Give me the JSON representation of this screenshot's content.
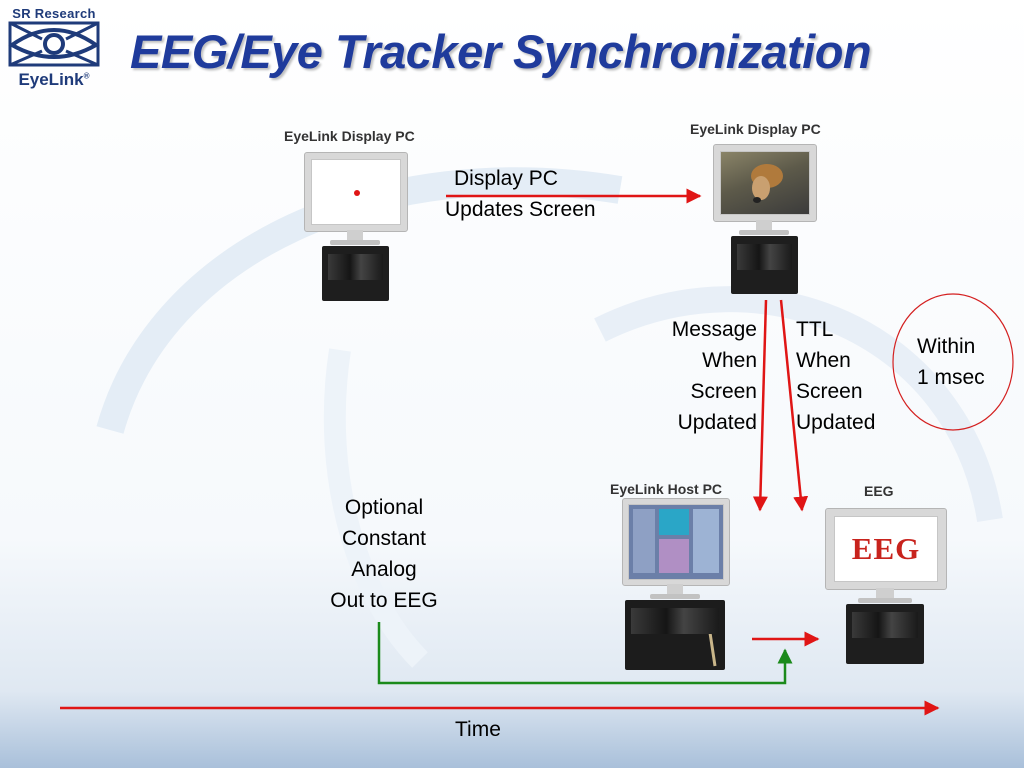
{
  "header": {
    "title": "EEG/Eye Tracker Synchronization",
    "logo": {
      "top_text": "SR Research",
      "bottom_text": "EyeLink",
      "mark": "®"
    }
  },
  "computers": {
    "display_pc_before": {
      "label": "EyeLink Display PC"
    },
    "display_pc_after": {
      "label": "EyeLink Display PC"
    },
    "host_pc": {
      "label": "EyeLink Host PC"
    },
    "eeg": {
      "label": "EEG",
      "screen_text": "EEG"
    }
  },
  "annotations": {
    "display_update": [
      "Display PC",
      "Updates Screen"
    ],
    "message": [
      "Message",
      "When",
      "Screen",
      "Updated"
    ],
    "ttl": [
      "TTL",
      "When",
      "Screen",
      "Updated"
    ],
    "within": [
      "Within",
      "1 msec"
    ],
    "analog": [
      "Optional",
      "Constant",
      "Analog",
      "Out to EEG"
    ],
    "time": "Time"
  },
  "colors": {
    "title": "#1f3b9c",
    "arrow_red": "#e01515",
    "arrow_green": "#1b8a1b",
    "circle": "#d42020"
  }
}
